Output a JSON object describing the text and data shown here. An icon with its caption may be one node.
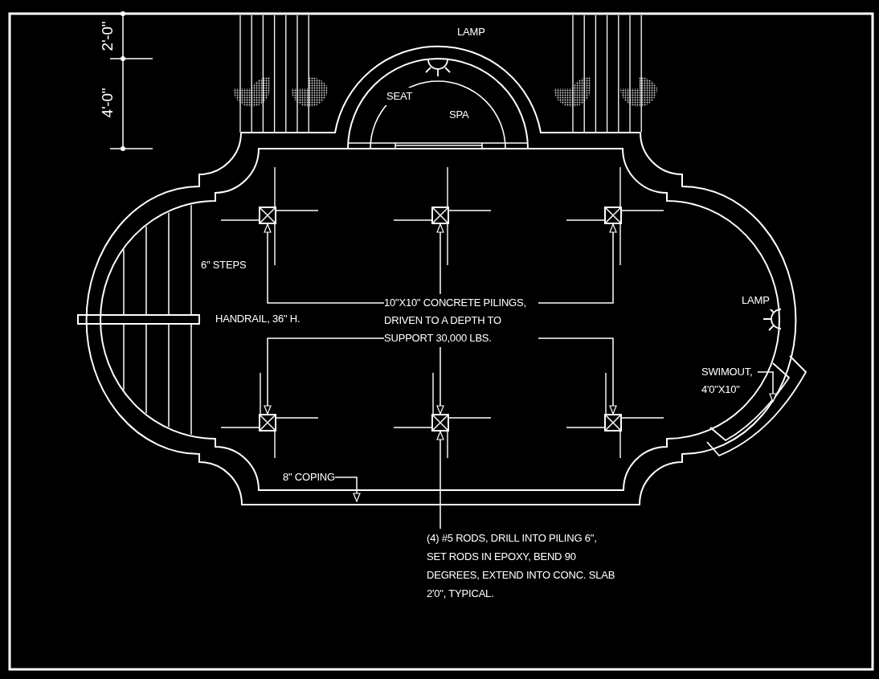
{
  "diagram": {
    "nodes": [
      {
        "text": [
          "10\"X10\" CONCRETE PILINGS, DRIVEN TO A DEPTH TO SUPPORT 30,000 LBS."
        ]
      },
      {
        "text": [],
        "shape": "box"
      },
      {
        "text": [],
        "shape": "box"
      },
      {
        "text": [],
        "shape": "box"
      },
      {
        "text": [],
        "shape": "box"
      },
      {
        "text": [],
        "shape": "box"
      },
      {
        "text": [],
        "shape": "box"
      },
      {
        "text": [
          "(4) #5 RODS, DRILL INTO PILING 6\", SET RODS IN EPOXY, BEND 90 DEGREES, EXTEND INTO CONC. SLAB 2'0\", TYPICAL."
        ]
      },
      {
        "text": [
          "8\" COPING"
        ]
      },
      {
        "text": [
          "SWIMOUT, 4'0\"X10\""
        ]
      }
    ],
    "edges": [
      {
        "from": 0,
        "to": 1,
        "arrow": "to"
      },
      {
        "from": 0,
        "to": 2,
        "arrow": "to"
      },
      {
        "from": 0,
        "to": 3,
        "arrow": "to"
      },
      {
        "from": 0,
        "to": 4,
        "arrow": "to"
      },
      {
        "from": 0,
        "to": 5,
        "arrow": "to"
      },
      {
        "from": 0,
        "to": 6,
        "arrow": "to"
      },
      {
        "from": 7,
        "to": 5,
        "arrow": "to"
      },
      {
        "from": 8,
        "to": null,
        "arrow": "to"
      },
      {
        "from": 9,
        "to": null,
        "arrow": "to"
      }
    ],
    "labels": [
      "2'-0\"",
      "4'-0\"",
      "LAMP",
      "SEAT",
      "SPA",
      "6\" STEPS",
      "HANDRAIL, 36\" H.",
      "LAMP"
    ]
  }
}
